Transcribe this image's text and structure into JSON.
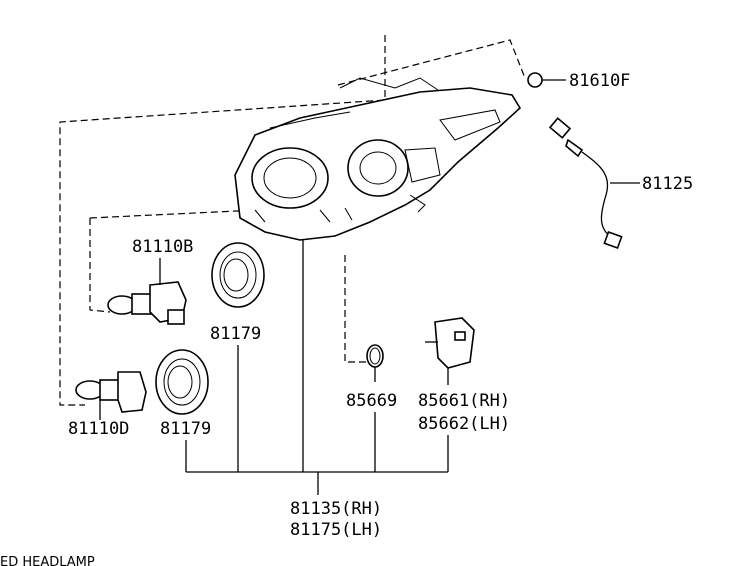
{
  "labels": {
    "socket_81610f": "81610F",
    "wire_81125": "81125",
    "bulb_81110b": "81110B",
    "cover_81179_upper": "81179",
    "cover_81179_lower": "81179",
    "bulb_81110d": "81110D",
    "ring_85669": "85669",
    "motor_85661": "85661(RH)",
    "motor_85662": "85662(LH)",
    "unit_81135": "81135(RH)",
    "unit_81175": "81175(LH)"
  },
  "caption": "ED HEADLAMP"
}
